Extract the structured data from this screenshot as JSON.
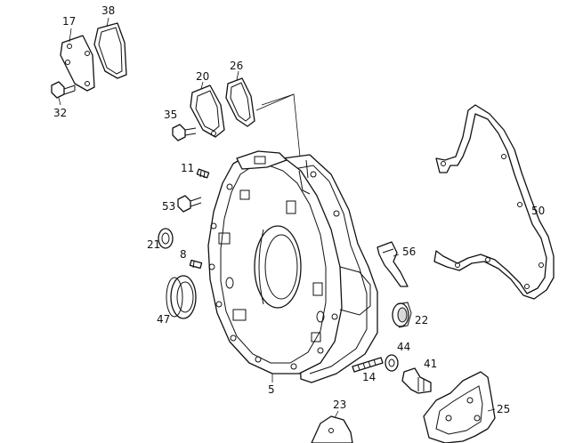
{
  "callouts": {
    "p17": "17",
    "p38": "38",
    "p32": "32",
    "p20": "20",
    "p26": "26",
    "p35": "35",
    "p11": "11",
    "p53": "53",
    "p21": "21",
    "p8": "8",
    "p47": "47",
    "p5": "5",
    "p50": "50",
    "p56": "56",
    "p22": "22",
    "p44": "44",
    "p41": "41",
    "p14": "14",
    "p23": "23",
    "p25": "25"
  }
}
